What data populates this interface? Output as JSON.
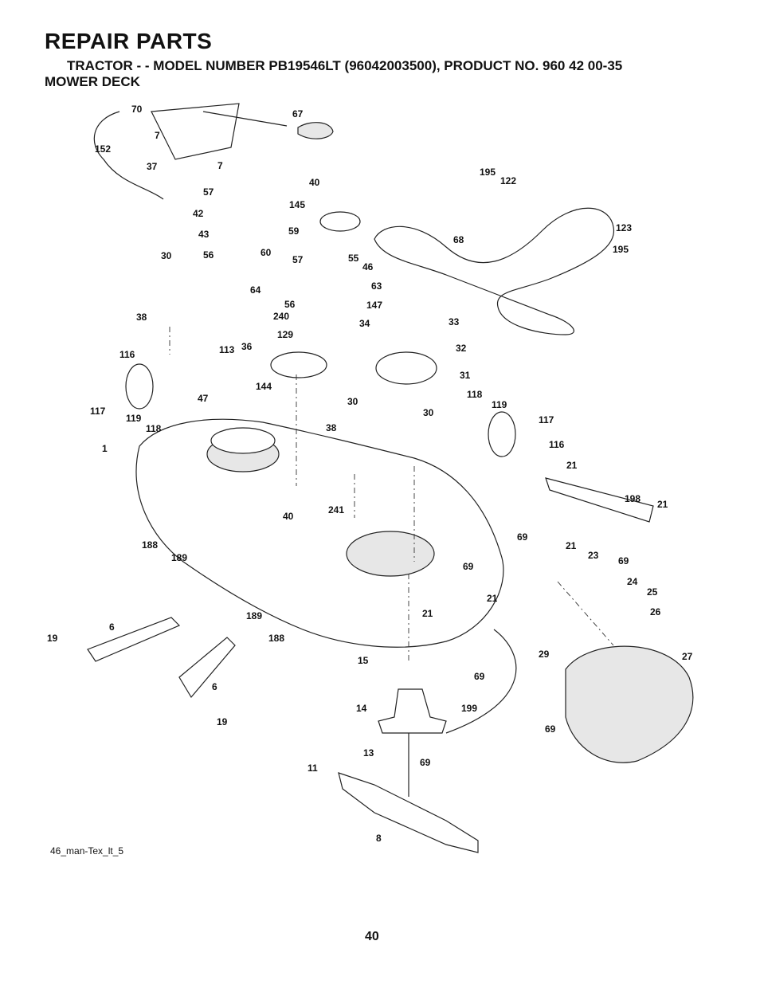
{
  "header": {
    "title": "REPAIR PARTS",
    "subtitle": "TRACTOR - - MODEL NUMBER PB19546LT (96042003500), PRODUCT NO. 960 42 00-35",
    "section": "MOWER DECK"
  },
  "callouts": [
    "70",
    "67",
    "7",
    "152",
    "37",
    "7",
    "57",
    "40",
    "145",
    "195",
    "122",
    "42",
    "59",
    "68",
    "123",
    "43",
    "195",
    "30",
    "56",
    "60",
    "57",
    "55",
    "46",
    "64",
    "63",
    "56",
    "147",
    "38",
    "240",
    "34",
    "33",
    "129",
    "32",
    "36",
    "116",
    "113",
    "31",
    "144",
    "118",
    "47",
    "30",
    "119",
    "117",
    "119",
    "117",
    "30",
    "38",
    "118",
    "116",
    "1",
    "21",
    "198",
    "21",
    "40",
    "241",
    "69",
    "188",
    "21",
    "23",
    "69",
    "189",
    "69",
    "24",
    "25",
    "21",
    "26",
    "189",
    "21",
    "188",
    "19",
    "6",
    "15",
    "29",
    "27",
    "6",
    "69",
    "14",
    "199",
    "69",
    "19",
    "13",
    "69",
    "11",
    "8"
  ],
  "footer": {
    "figure_code": "46_man-Tex_lt_5",
    "page_number": "40"
  }
}
